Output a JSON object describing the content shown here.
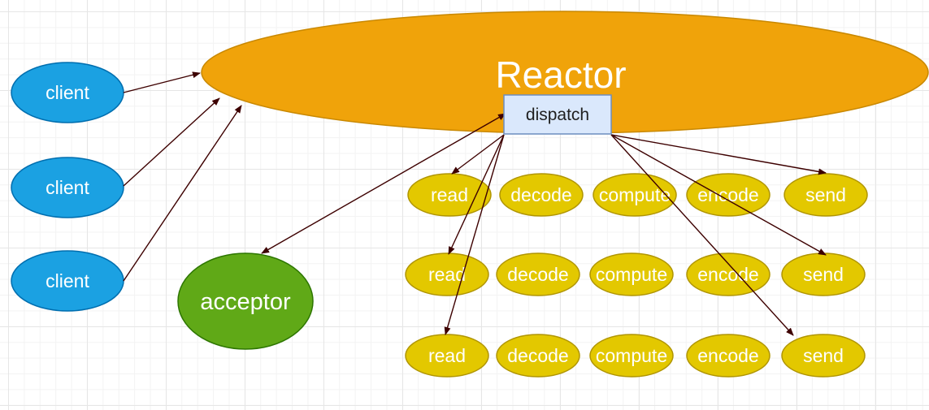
{
  "reactor": {
    "label": "Reactor"
  },
  "dispatch": {
    "label": "dispatch"
  },
  "acceptor": {
    "label": "acceptor"
  },
  "clients": [
    {
      "label": "client"
    },
    {
      "label": "client"
    },
    {
      "label": "client"
    }
  ],
  "handler_rows": [
    {
      "stages": [
        "read",
        "decode",
        "compute",
        "encode",
        "send"
      ]
    },
    {
      "stages": [
        "read",
        "decode",
        "compute",
        "encode",
        "send"
      ]
    },
    {
      "stages": [
        "read",
        "decode",
        "compute",
        "encode",
        "send"
      ]
    }
  ],
  "colors": {
    "reactor_fill": "#f0a30a",
    "reactor_stroke": "#c98800",
    "client_fill": "#1ba1e2",
    "client_stroke": "#006eaf",
    "acceptor_fill": "#60a917",
    "acceptor_stroke": "#2d7600",
    "stage_fill": "#e3c800",
    "stage_stroke": "#b09500",
    "dispatch_fill": "#dae8fc",
    "dispatch_stroke": "#6c8ebf",
    "arrow": "#3d0000"
  }
}
